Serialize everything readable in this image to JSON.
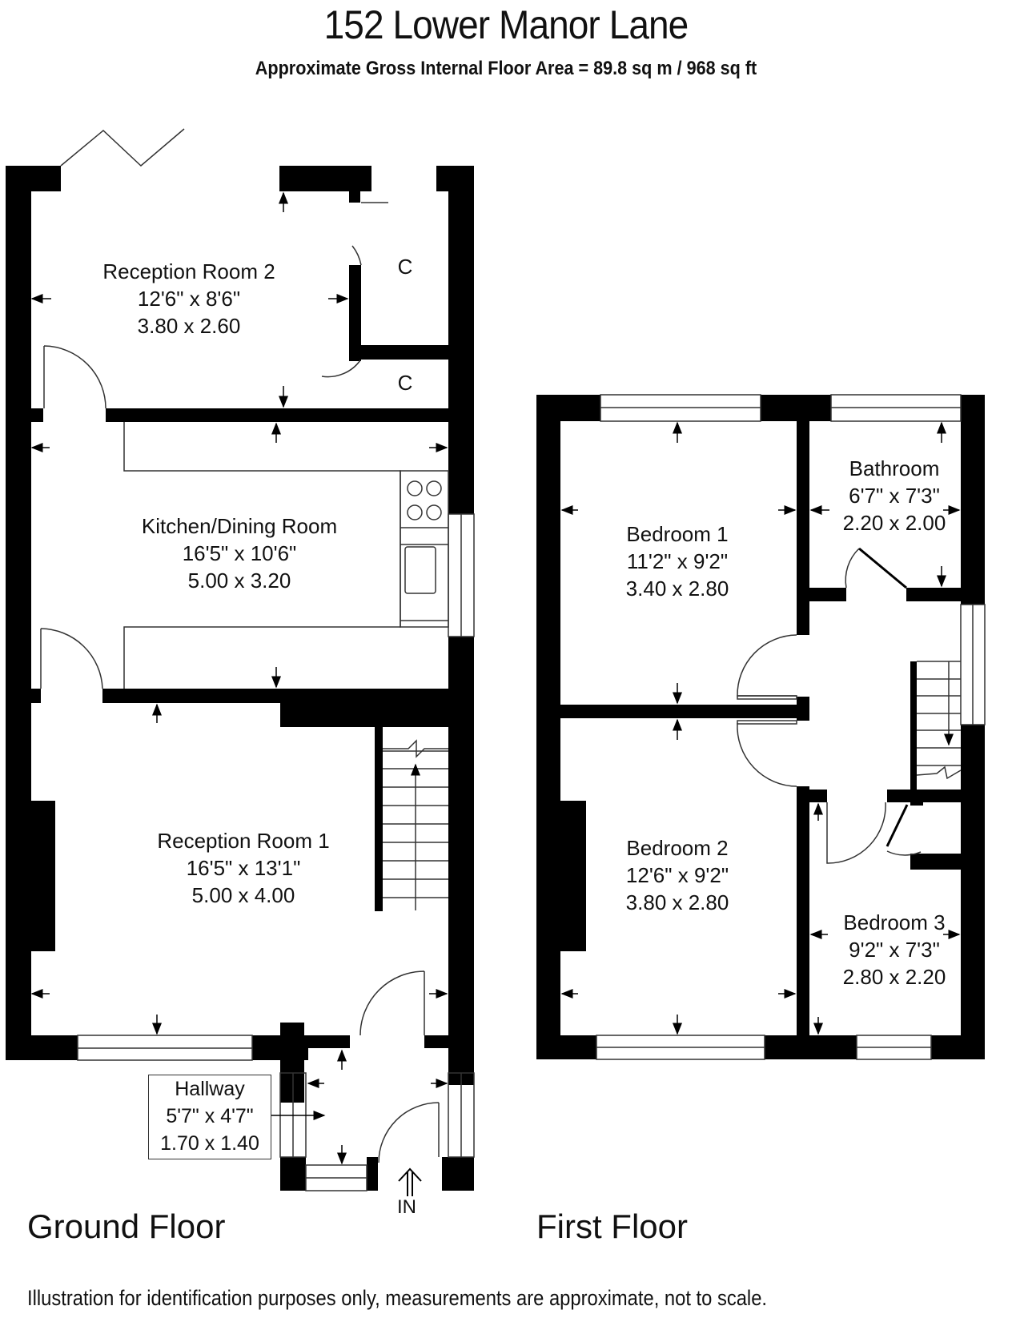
{
  "header": {
    "title": "152 Lower Manor Lane",
    "subtitle": "Approximate Gross Internal Floor Area  = 89.8 sq m  / 968 sq ft"
  },
  "ground_floor": {
    "label": "Ground Floor",
    "rooms": [
      {
        "name": "Reception Room 2",
        "imperial": "12'6\" x 8'6\"",
        "metric": "3.80 x 2.60"
      },
      {
        "name": "Kitchen/Dining Room",
        "imperial": "16'5\" x 10'6\"",
        "metric": "5.00 x 3.20"
      },
      {
        "name": "Reception Room 1",
        "imperial": "16'5\" x 13'1\"",
        "metric": "5.00 x 4.00"
      },
      {
        "name": "Hallway",
        "imperial": "5'7\" x 4'7\"",
        "metric": "1.70 x 1.40"
      }
    ],
    "closets": [
      "C",
      "C"
    ],
    "entrance_label": "IN"
  },
  "first_floor": {
    "label": "First Floor",
    "rooms": [
      {
        "name": "Bedroom 1",
        "imperial": "11'2\" x 9'2\"",
        "metric": "3.40 x 2.80"
      },
      {
        "name": "Bathroom",
        "imperial": "6'7\" x 7'3\"",
        "metric": "2.20 x 2.00"
      },
      {
        "name": "Bedroom 2",
        "imperial": "12'6\" x 9'2\"",
        "metric": "3.80 x 2.80"
      },
      {
        "name": "Bedroom 3",
        "imperial": "9'2\" x 7'3\"",
        "metric": "2.80 x 2.20"
      }
    ]
  },
  "footer": {
    "disclaimer": "Illustration for identification purposes only, measurements are approximate, not to scale."
  },
  "colors": {
    "wall": "#000000",
    "line": "#333333",
    "background": "#ffffff"
  }
}
